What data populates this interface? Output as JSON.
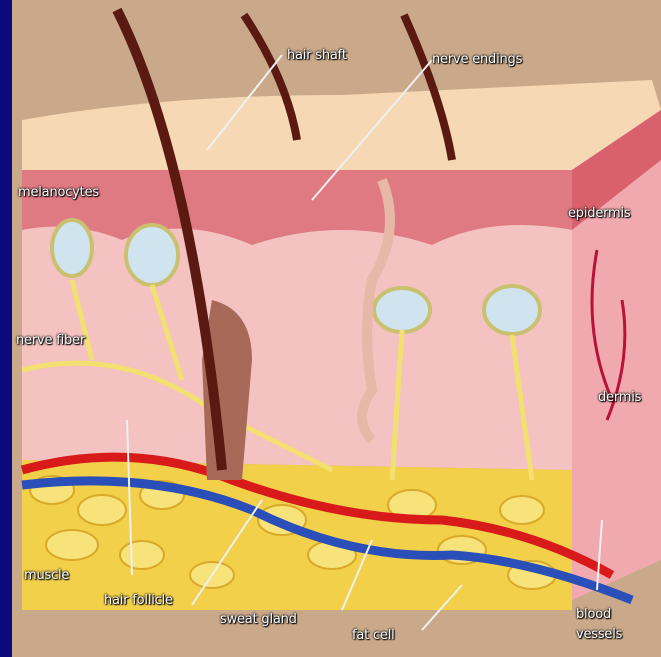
{
  "labels": {
    "hair_shaft": "hair shaft",
    "nerve_endings": "nerve endings",
    "melanocytes": "melanocytes",
    "epidermis": "epidermis",
    "nerve_fiber": "nerve fiber",
    "dermis": "dermis",
    "muscle": "muscle",
    "hair_follicle": "hair follicle",
    "sweat_gland": "sweat gland",
    "fat_cell": "fat cell",
    "blood_vessels_line1": "blood",
    "blood_vessels_line2": "vessels"
  },
  "colors": {
    "border": "#0a0a7a",
    "background": "#c9a98a",
    "epidermis": "#e38a8a",
    "dermis": "#f2b8b8",
    "fat": "#f2d04a",
    "artery": "#d81a1a",
    "vein": "#2a4fb8",
    "nerve": "#f3e070",
    "hair": "#5a1a12"
  }
}
